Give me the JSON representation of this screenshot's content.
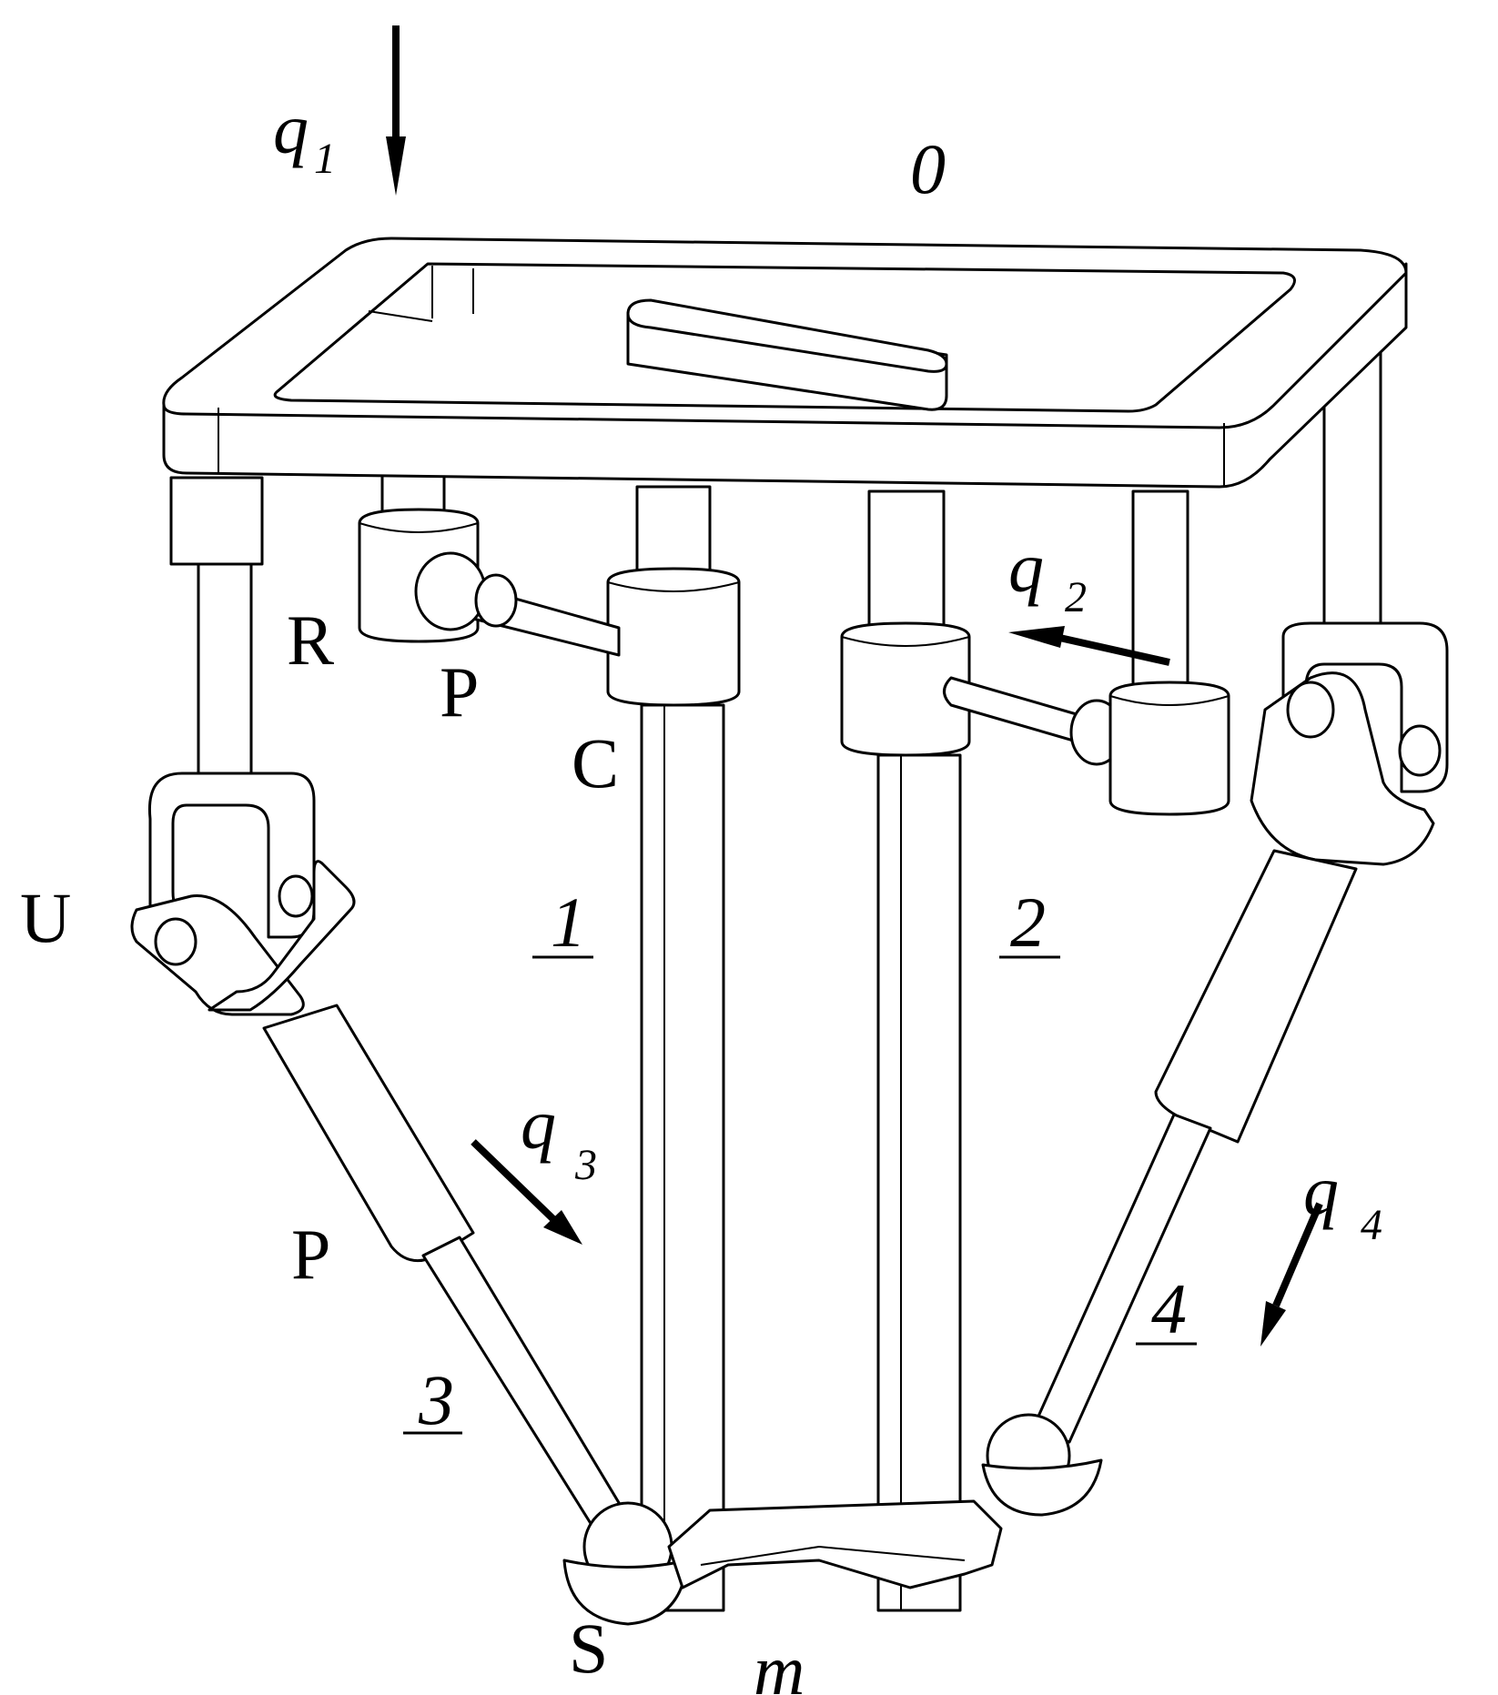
{
  "diagram": {
    "labels": {
      "base": "0",
      "platform": "m",
      "joint_revolute": "R",
      "joint_prismatic_top": "P",
      "joint_cylindrical": "C",
      "joint_universal": "U",
      "joint_prismatic_left": "P",
      "joint_spherical": "S"
    },
    "legs": [
      {
        "number": "1"
      },
      {
        "number": "2"
      },
      {
        "number": "3"
      },
      {
        "number": "4"
      }
    ],
    "inputs": [
      {
        "symbol": "q",
        "index": "1"
      },
      {
        "symbol": "q",
        "index": "2"
      },
      {
        "symbol": "q",
        "index": "3"
      },
      {
        "symbol": "q",
        "index": "4"
      }
    ],
    "colors": {
      "stroke": "#000000",
      "fill": "#ffffff"
    }
  }
}
